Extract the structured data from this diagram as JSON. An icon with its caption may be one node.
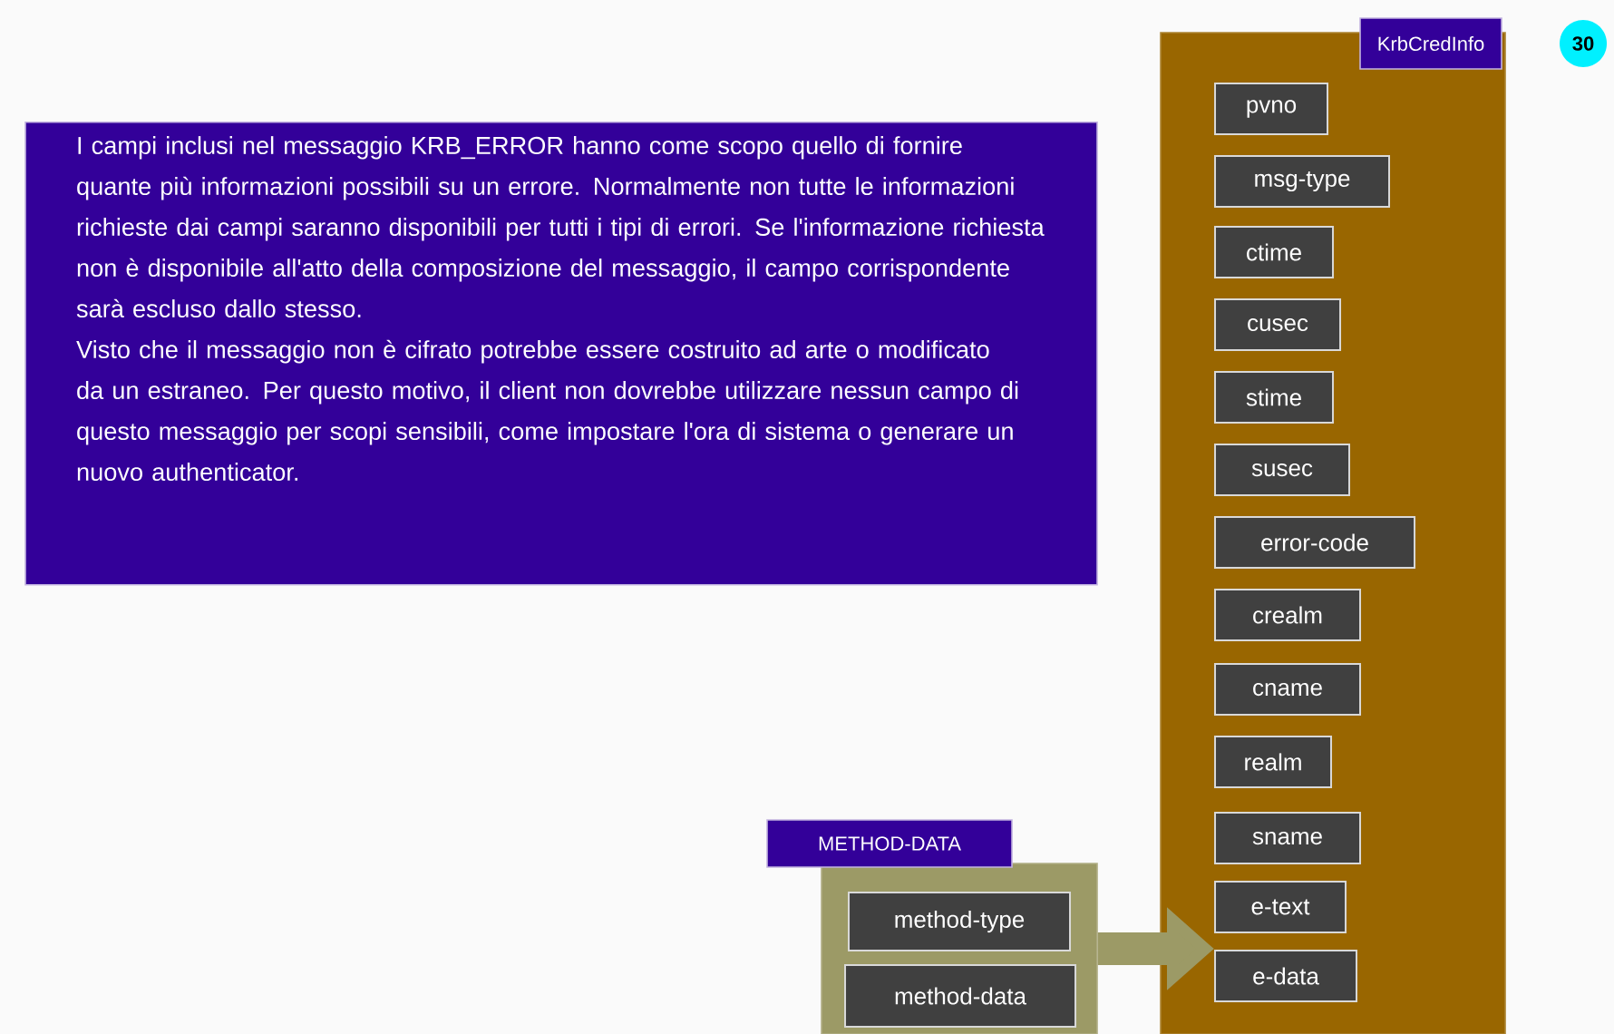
{
  "diagram": {
    "nodes": [
      {
        "text": [
          "KrbCredInfo"
        ]
      },
      {
        "text": [
          "pvno"
        ],
        "in": 0
      },
      {
        "text": [
          "msg-type"
        ],
        "in": 0
      },
      {
        "text": [
          "ctime"
        ],
        "in": 0
      },
      {
        "text": [
          "cusec"
        ],
        "in": 0
      },
      {
        "text": [
          "stime"
        ],
        "in": 0
      },
      {
        "text": [
          "susec"
        ],
        "in": 0
      },
      {
        "text": [
          "error-code"
        ],
        "in": 0
      },
      {
        "text": [
          "crealm"
        ],
        "in": 0
      },
      {
        "text": [
          "cname"
        ],
        "in": 0
      },
      {
        "text": [
          "realm"
        ],
        "in": 0
      },
      {
        "text": [
          "sname"
        ],
        "in": 0
      },
      {
        "text": [
          "e-text"
        ],
        "in": 0
      },
      {
        "text": [
          "e-data"
        ],
        "in": 0
      },
      {
        "text": [
          "I campi inclusi nel messaggio KRB_ERROR hanno come scopo quello di fornire quante più informazioni possibili su un errore. Normalmente non tutte le informazioni richieste dai campi saranno disponibili per tutti i tipi di errori. Se l'informazione richiesta non è disponibile all'atto della composizione del messaggio, il campo corrispondente sarà escluso dallo stesso.",
          "Visto che il messaggio non è cifrato potrebbe essere costruito ad arte o modificato da un estraneo. Per questo motivo, il client non dovrebbe utilizzare nessun campo di questo messaggio per scopi sensibili, come impostare l'ora di sistema o generare un nuovo authenticator."
        ]
      },
      {
        "text": [
          "METHOD-DATA"
        ]
      },
      {
        "text": [
          "method-type"
        ],
        "in": 15
      },
      {
        "text": [
          "method-data"
        ],
        "in": 15
      },
      {
        "text": [
          "30"
        ]
      }
    ],
    "edges": [
      {
        "from": 15,
        "to": 13,
        "arrow": "to"
      }
    ]
  }
}
